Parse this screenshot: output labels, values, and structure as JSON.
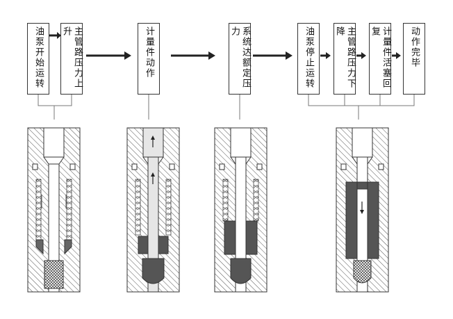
{
  "steps": [
    "油泵开始运转",
    "主管路压力上升",
    "计量件动作",
    "系统达额定压力",
    "油泵停止运转",
    "主管路压力下降",
    "计量件活塞回复",
    "动作完毕"
  ],
  "colors": {
    "line": "#333333",
    "hatch": "#555555",
    "fluid_light": "#e6e6e6",
    "fluid_dark": "#555555"
  },
  "icons": [
    "flow-arrow-icon",
    "up-arrow-icon",
    "down-arrow-icon"
  ]
}
